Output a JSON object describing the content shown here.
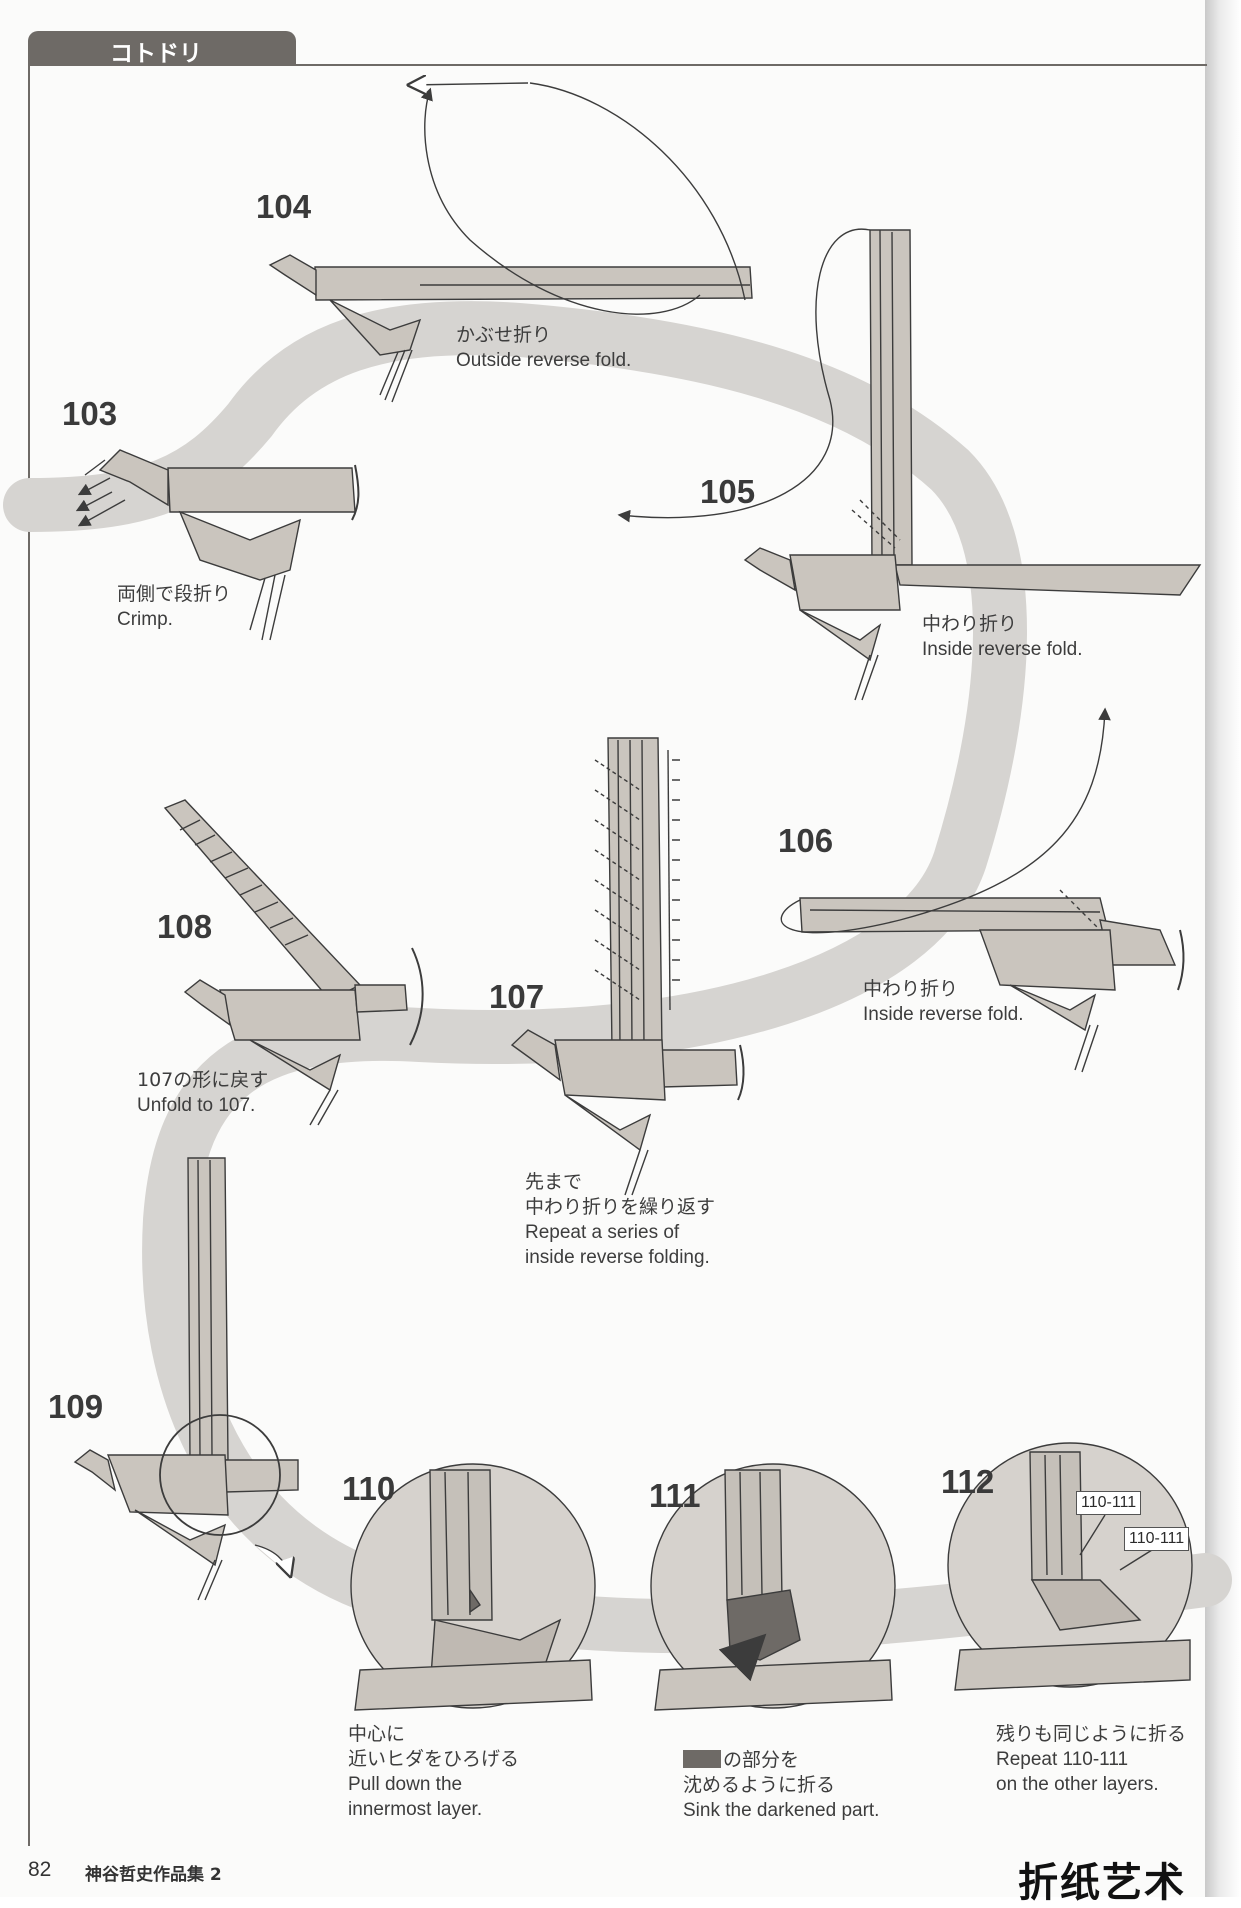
{
  "header": {
    "title": "コトドリ"
  },
  "steps": [
    {
      "num": "103",
      "jp": "両側で段折り",
      "en": [
        "Crimp."
      ]
    },
    {
      "num": "104",
      "jp": "かぶせ折り",
      "en": [
        "Outside reverse fold."
      ]
    },
    {
      "num": "105",
      "jp": "中わり折り",
      "en": [
        "Inside reverse fold."
      ]
    },
    {
      "num": "106",
      "jp": "中わり折り",
      "en": [
        "Inside reverse fold."
      ]
    },
    {
      "num": "107",
      "jp": "先まで",
      "jp2": "中わり折りを繰り返す",
      "en": [
        "Repeat a series of",
        "inside reverse folding."
      ]
    },
    {
      "num": "108",
      "jp": "107の形に戻す",
      "en": [
        "Unfold to 107."
      ]
    },
    {
      "num": "109"
    },
    {
      "num": "110",
      "jp": "中心に",
      "jp2": "近いヒダをひろげる",
      "en": [
        "Pull down the",
        "innermost layer."
      ]
    },
    {
      "num": "111",
      "jp": "の部分を",
      "jp2": "沈めるように折る",
      "en": [
        "Sink the darkened part."
      ]
    },
    {
      "num": "112",
      "jp": "残りも同じように折る",
      "en": [
        "Repeat 110-111",
        "on the other layers."
      ]
    }
  ],
  "tags": [
    "110-111",
    "110-111"
  ],
  "footer": {
    "page": "82",
    "book": "神谷哲史作品集 2",
    "logo": "折纸艺术"
  },
  "colors": {
    "tab": "#6e6a66",
    "band": "#d3d1ce",
    "paper": "#c9c4bd",
    "line": "#3c3c3c"
  }
}
